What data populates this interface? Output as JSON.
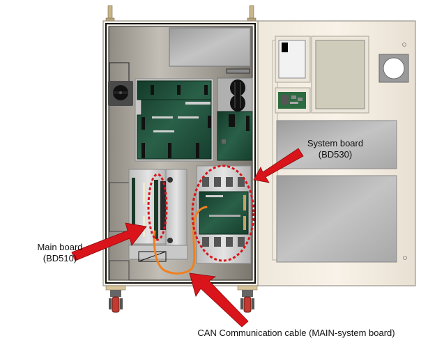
{
  "diagram": {
    "title": "Controller cabinet interior - board locations",
    "callouts": [
      {
        "id": "system-board",
        "line1": "System board",
        "line2": "(BD530)"
      },
      {
        "id": "main-board",
        "line1": "Main board",
        "line2": "(BD510)"
      },
      {
        "id": "can-cable",
        "line1": "CAN Communication cable (MAIN-system board)"
      }
    ],
    "colors": {
      "arrow": "#d9141b",
      "highlight_dashes": "#d9141b",
      "cable": "#f08020",
      "pcb": "#1f4d3a",
      "cabinet_door": "#f3ede2",
      "cabinet_interior": "#a8a49c"
    },
    "icons": {
      "arrow": "callout-arrow-icon",
      "breaker": "rotary-breaker-icon",
      "caster": "caster-wheel-icon"
    }
  }
}
